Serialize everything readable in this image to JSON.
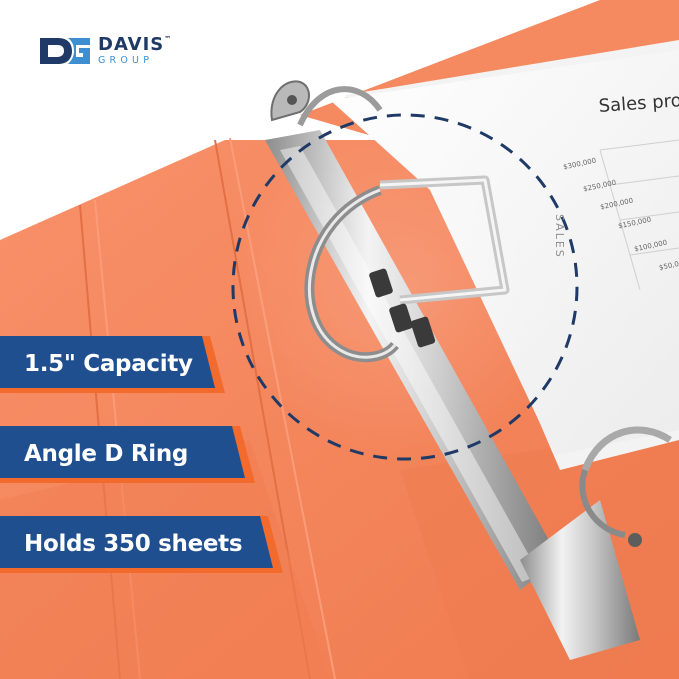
{
  "brand": {
    "name": "DAVIS",
    "trademark": "™",
    "subtitle": "GROUP",
    "color_primary": "#1f3a66",
    "color_accent": "#3d8fd1"
  },
  "features": [
    {
      "label": "1.5\" Capacity"
    },
    {
      "label": "Angle D Ring"
    },
    {
      "label": "Holds 350 sheets"
    }
  ],
  "document": {
    "title": "Sales proi",
    "axis_label": "SALES",
    "ticks": [
      "$300,000",
      "$250,000",
      "$200,000",
      "$150,000",
      "$100,000",
      "$50,0"
    ]
  },
  "colors": {
    "binder": "#f5875e",
    "binder_dark": "#e8744a",
    "banner_fill": "#1f4f8f",
    "banner_edge": "#f26b2d"
  }
}
